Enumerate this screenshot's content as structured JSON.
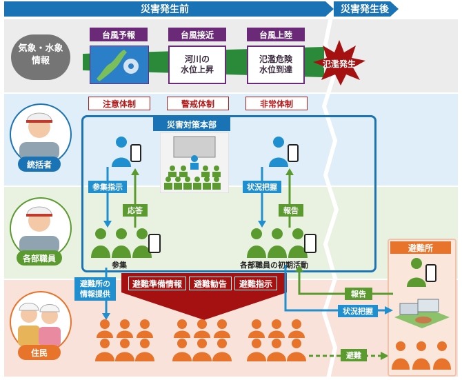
{
  "headers": {
    "before": "災害発生前",
    "after": "災害発生後"
  },
  "weather": {
    "side_label": "気象・水象\n情報",
    "stages": [
      "台風予報",
      "台風接近",
      "台風上陸"
    ],
    "river_rise": "河川の\n水位上昇",
    "danger_level": "氾濫危険\n水位到達",
    "flood": "氾濫発生"
  },
  "alert_levels": [
    "注意体制",
    "警戒体制",
    "非常体制"
  ],
  "hq": {
    "title": "災害対策本部"
  },
  "roles": {
    "supervisor": "統括者",
    "staff": "各部職員",
    "residents": "住民"
  },
  "flows": {
    "assembly_order": "参集指示",
    "response": "応答",
    "situation_grasp": "状況把握",
    "report": "報告",
    "assembly": "参集",
    "initial_activity": "各部職員の初期活動",
    "evac_info": "避難所の\n情報提供",
    "report2": "報告",
    "situation_grasp2": "状況把握",
    "evacuation": "避難"
  },
  "evac_orders": [
    "避難準備情報",
    "避難勧告",
    "避難指示"
  ],
  "shelter": {
    "title": "避難所"
  },
  "colors": {
    "purple": "#6b2a78",
    "blue": "#1a73b5",
    "green": "#5a9a2e",
    "red": "#a51010",
    "orange": "#e8732a",
    "lightblue": "#1f8fcf"
  }
}
